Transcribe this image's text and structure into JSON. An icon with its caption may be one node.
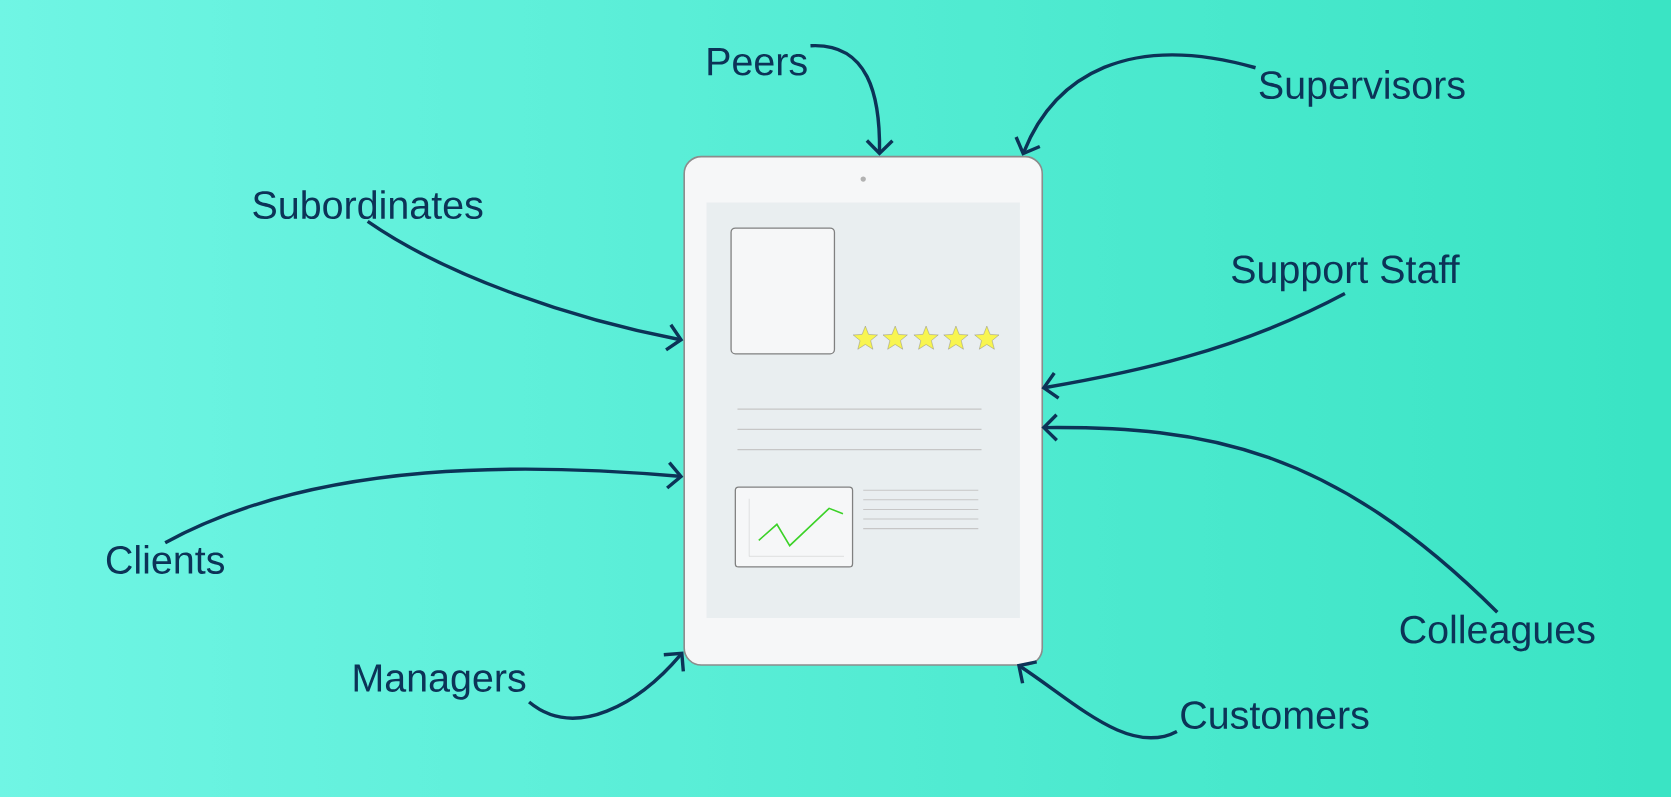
{
  "diagram": {
    "nodes": [
      {
        "text": [],
        "shape": "picture"
      },
      {
        "text": [
          "Peers"
        ]
      },
      {
        "text": [
          "Supervisors"
        ]
      },
      {
        "text": [
          "Subordinates"
        ]
      },
      {
        "text": [
          "Support Staff"
        ]
      },
      {
        "text": [
          "Clients"
        ]
      },
      {
        "text": [
          "Colleagues"
        ]
      },
      {
        "text": [
          "Managers"
        ]
      },
      {
        "text": [
          "Customers"
        ]
      }
    ],
    "edges": [
      {
        "from": 1,
        "to": 0,
        "arrow": "to"
      },
      {
        "from": 2,
        "to": 0,
        "arrow": "to"
      },
      {
        "from": 3,
        "to": 0,
        "arrow": "to"
      },
      {
        "from": 4,
        "to": 0,
        "arrow": "to"
      },
      {
        "from": 5,
        "to": 0,
        "arrow": "to"
      },
      {
        "from": 6,
        "to": 0,
        "arrow": "to"
      },
      {
        "from": 7,
        "to": 0,
        "arrow": "to"
      },
      {
        "from": 8,
        "to": 0,
        "arrow": "to"
      }
    ]
  }
}
